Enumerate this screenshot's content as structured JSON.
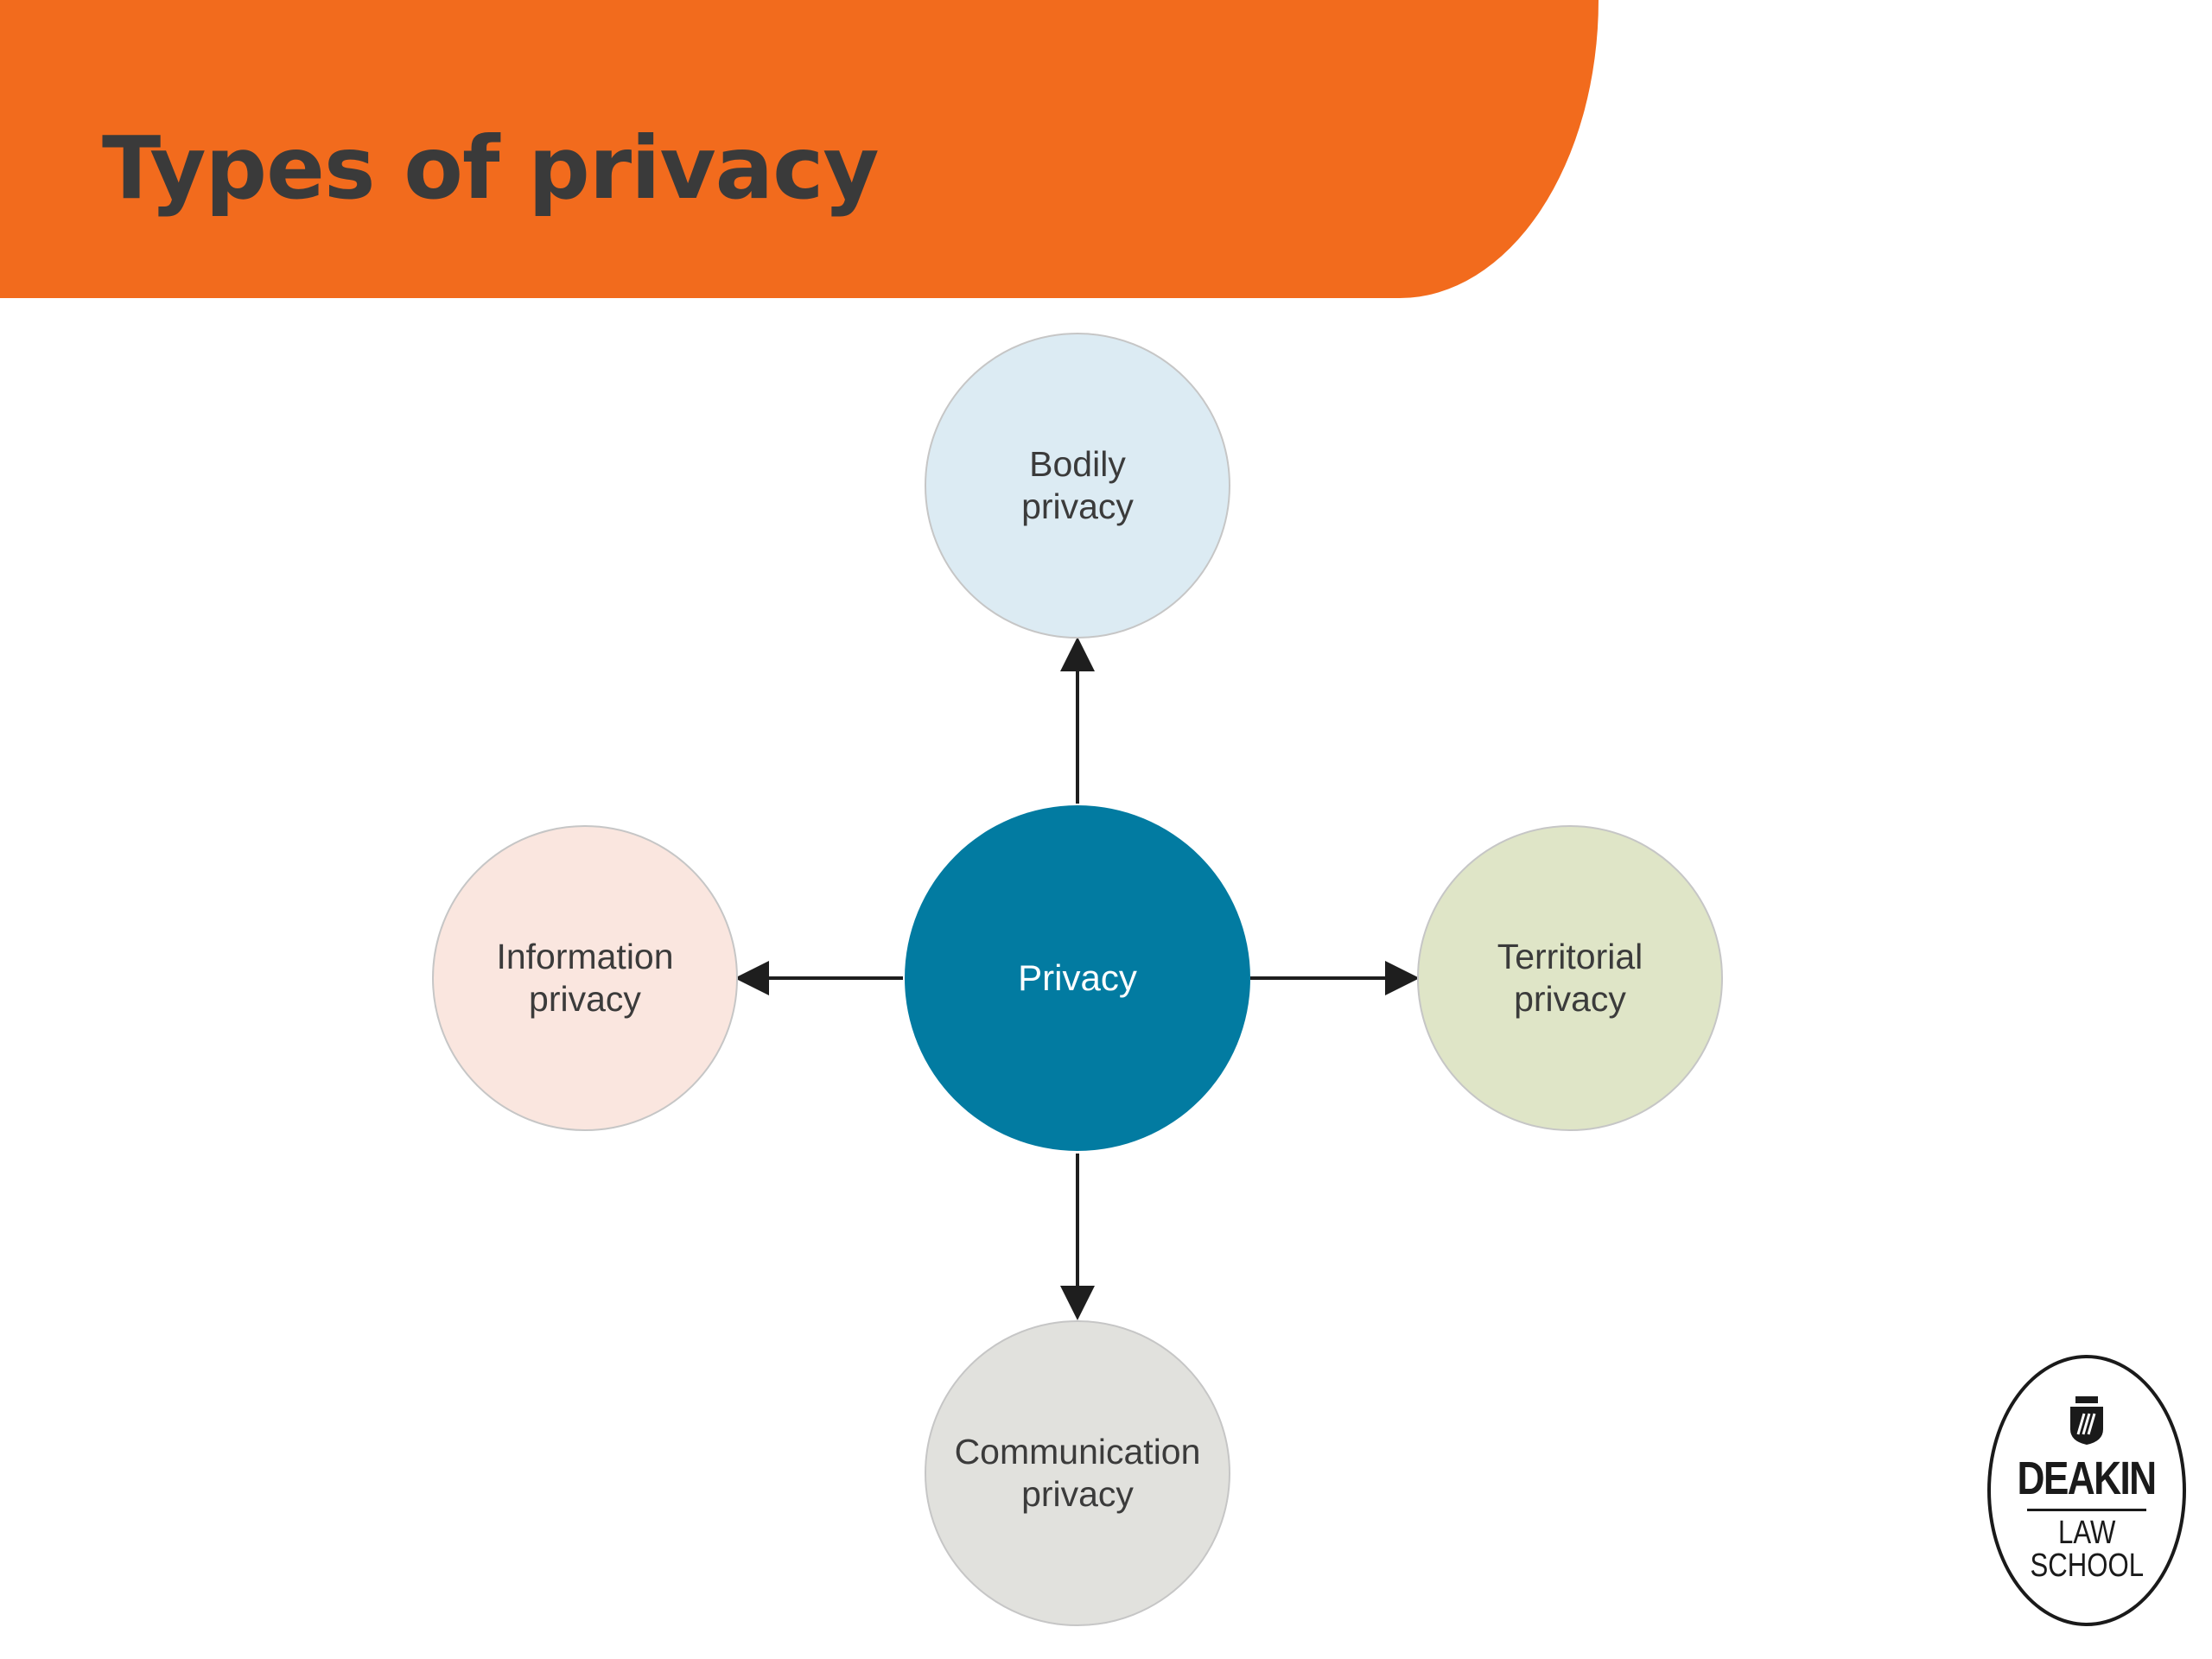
{
  "slide": {
    "title": "Types of privacy",
    "header_color": "#f26b1d"
  },
  "diagram": {
    "center": {
      "label": "Privacy",
      "color": "#027ba1"
    },
    "nodes": [
      {
        "id": "bodily",
        "direction": "up",
        "lines": [
          "Bodily",
          "privacy"
        ],
        "color": "#dcebf3"
      },
      {
        "id": "territorial",
        "direction": "right",
        "lines": [
          "Territorial",
          "privacy"
        ],
        "color": "#dfe5c7"
      },
      {
        "id": "communication",
        "direction": "down",
        "lines": [
          "Communication",
          "privacy"
        ],
        "color": "#e1e1dd"
      },
      {
        "id": "information",
        "direction": "left",
        "lines": [
          "Information",
          "privacy"
        ],
        "color": "#fae6df"
      }
    ]
  },
  "logo": {
    "name": "DEAKIN",
    "sub_lines": [
      "LAW",
      "SCHOOL"
    ]
  }
}
